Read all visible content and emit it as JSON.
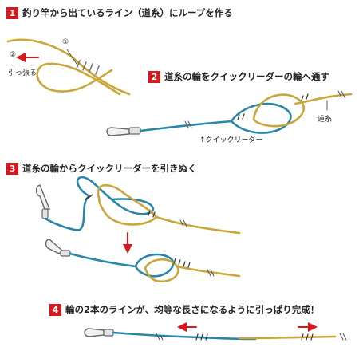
{
  "colors": {
    "yellow_line": "#c9a63a",
    "blue_line": "#2a86a8",
    "step_badge": "#d7191f",
    "arrow": "#d7191f"
  },
  "steps": [
    {
      "num": "1",
      "text": "釣り竿から出ているライン（道糸）にループを作る"
    },
    {
      "num": "2",
      "text": "道糸の輪をクイックリーダーの輪へ通す"
    },
    {
      "num": "3",
      "text": "道糸の輪からクイックリーダーを引きぬく"
    },
    {
      "num": "4",
      "text": "輪の2本のラインが、均等な長さになるように引っぱり完成！"
    }
  ],
  "labels": {
    "circle1": "①",
    "circle2": "②",
    "pull": "引っ張る",
    "main_line": "道糸",
    "quick_leader": "↑クイックリーダー"
  }
}
